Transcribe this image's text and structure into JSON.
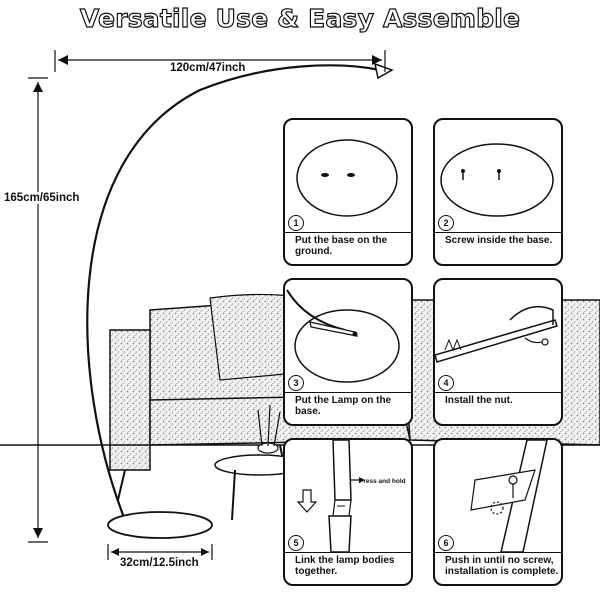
{
  "title": "Versatile Use & Easy Assemble",
  "dimensions": {
    "width": "120cm/47inch",
    "height": "165cm/65inch",
    "base": "32cm/12.5inch"
  },
  "steps": [
    {
      "number": "1",
      "caption": "Put the base on the ground."
    },
    {
      "number": "2",
      "caption": "Screw inside the base."
    },
    {
      "number": "3",
      "caption": "Put the Lamp on the base."
    },
    {
      "number": "4",
      "caption": "Install the nut."
    },
    {
      "number": "5",
      "caption": "Link the lamp bodies together.",
      "callout": "Press and hold"
    },
    {
      "number": "6",
      "caption": "Push in until no screw, installation is complete."
    }
  ],
  "colors": {
    "line": "#111111",
    "background": "#ffffff",
    "texture": "#9a9a9a"
  },
  "icons": [
    "dimension-arrow-icon",
    "press-arrow-icon",
    "screw-icon"
  ]
}
